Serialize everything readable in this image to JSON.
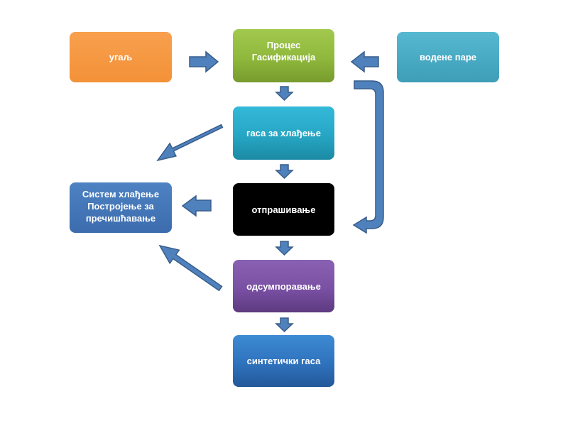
{
  "diagram": {
    "coal": "угаљ",
    "gasification": "Процес\nГасификација",
    "steam": "водене паре",
    "cooling_gas": "гаса за хлађење",
    "cleaning_system": "Систем хлађење\nПостројење за\nпречишћавање",
    "dedusting": "отпрашивање",
    "desulfurization": "одсумпоравање",
    "syngas": "синтетички  гаса"
  },
  "colors": {
    "arrow_fill": "#4f81bd",
    "arrow_stroke": "#385d8a",
    "coal": "#f7973f",
    "gasification": "#8db63a",
    "steam": "#4baec8",
    "cooling": "#27a9c8",
    "cleaning": "#4a7cbf",
    "dedusting": "#000000",
    "desulfurization": "#7a50a4",
    "syngas": "#2e70bc"
  }
}
